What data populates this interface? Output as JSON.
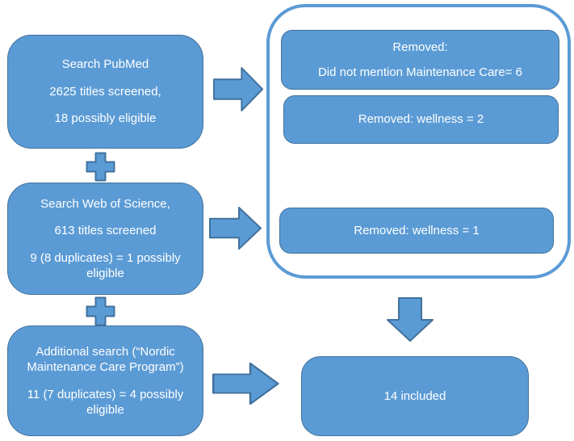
{
  "diagram": {
    "type": "flowchart",
    "description": "Literature search screening flow",
    "colors": {
      "box_fill": "#5b9bd5",
      "box_border": "#41719c",
      "outline_border": "#5b9bd5",
      "text": "#ffffff",
      "background": "#ffffff"
    },
    "icons": {
      "plus": "plus-icon",
      "arrow_right": "arrow-right-icon",
      "arrow_down": "arrow-down-icon"
    },
    "sources": [
      {
        "id": "pubmed",
        "lines": [
          "Search PubMed",
          "2625 titles screened,",
          "18 possibly eligible"
        ]
      },
      {
        "id": "web-of-science",
        "lines": [
          "Search Web of Science,",
          "613 titles screened",
          "9 (8 duplicates) = 1 possibly eligible"
        ]
      },
      {
        "id": "additional-search",
        "lines": [
          "Additional search (“Nordic Maintenance Care Program”)",
          "11 (7 duplicates) = 4 possibly eligible"
        ]
      }
    ],
    "removed": [
      {
        "id": "removed-maintenance-care",
        "lines": [
          "Removed:",
          "Did not mention Maintenance Care= 6"
        ]
      },
      {
        "id": "removed-wellness-2",
        "lines": [
          "Removed: wellness = 2"
        ]
      },
      {
        "id": "removed-wellness-1",
        "lines": [
          "Removed: wellness = 1"
        ]
      }
    ],
    "result": {
      "label": "14 included"
    }
  }
}
